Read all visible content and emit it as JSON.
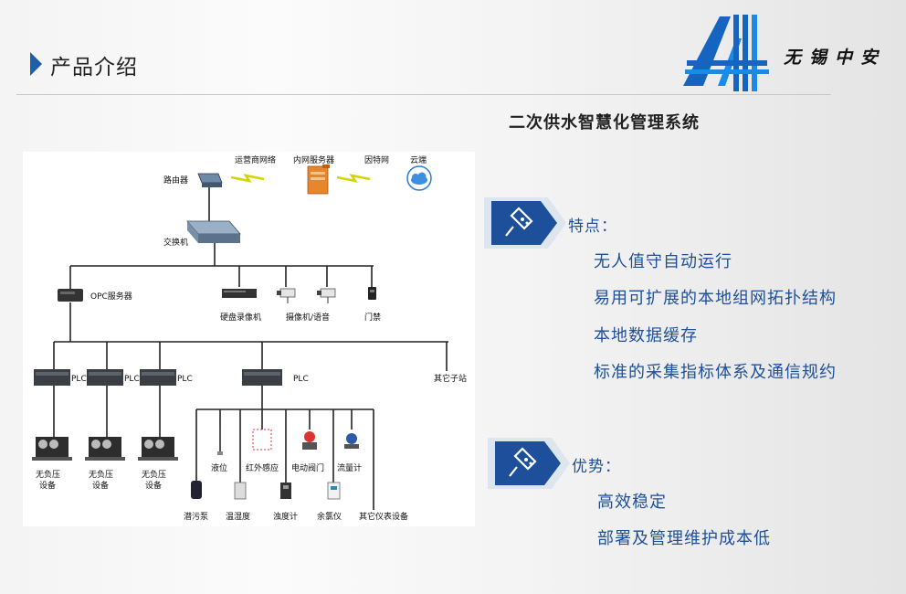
{
  "header": {
    "title": "产品介绍",
    "company": "无锡中安"
  },
  "system_title": "二次供水智慧化管理系统",
  "diagram": {
    "router": "路由器",
    "switch": "交换机",
    "isp": "运营商网络",
    "intranet_server": "内网服务器",
    "internet": "因特网",
    "cloud": "云端",
    "opc_server": "OPC服务器",
    "nvr": "硬盘录像机",
    "camera": "摄像机/语音",
    "door": "门禁",
    "plc": "PLC",
    "other_station": "其它子站",
    "equip_line1": "无负压",
    "equip_line2": "设备",
    "sensors_top": [
      "液位",
      "红外感应",
      "电动阀门",
      "流量计"
    ],
    "sensors_bottom": [
      "潜污泵",
      "温湿度",
      "浊度计",
      "余氯仪",
      "其它仪表设备"
    ]
  },
  "features": {
    "title": "特点：",
    "items": [
      "无人值守自动运行",
      "易用可扩展的本地组网拓扑结构",
      "本地数据缓存",
      "标准的采集指标体系及通信规约"
    ]
  },
  "advantages": {
    "title": "优势：",
    "items": [
      "高效稳定",
      "部署及管理维护成本低"
    ]
  }
}
